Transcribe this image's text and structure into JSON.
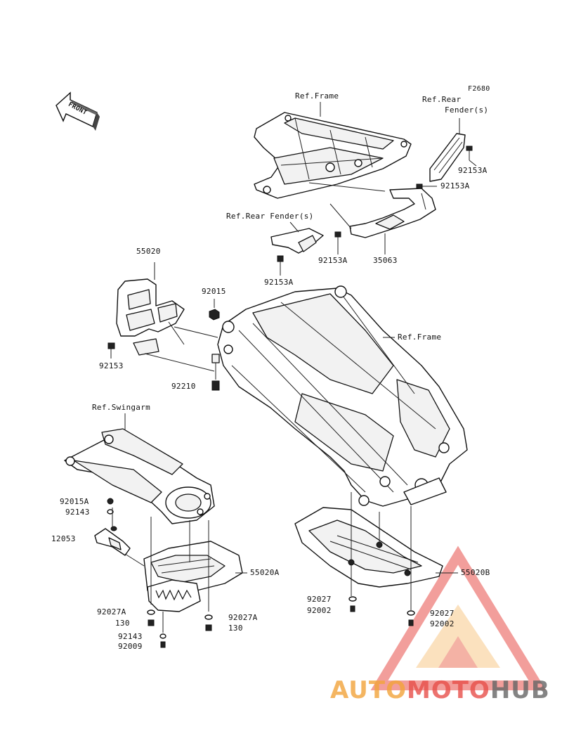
{
  "diagram_code": "F2680",
  "front_badge": "FRONT",
  "labels": {
    "ref_frame_top": "Ref.Frame",
    "ref_rear_fender_top_1": "Ref.Rear",
    "ref_rear_fender_top_2": "Fender(s)",
    "p92153A_a": "92153A",
    "p92153A_b": "92153A",
    "ref_rear_fender_mid": "Ref.Rear Fender(s)",
    "p92153A_c": "92153A",
    "p35063": "35063",
    "p92153A_d": "92153A",
    "p55020": "55020",
    "p92015": "92015",
    "ref_frame_main": "Ref.Frame",
    "p92153": "92153",
    "p92210": "92210",
    "ref_swingarm": "Ref.Swingarm",
    "p92015A": "92015A",
    "p92143_a": "92143",
    "p12053": "12053",
    "p55020A": "55020A",
    "p55020B": "55020B",
    "p92027_a": "92027",
    "p92002_a": "92002",
    "p92027_b": "92027",
    "p92002_b": "92002",
    "p92027A_a": "92027A",
    "p130_a": "130",
    "p92027A_b": "92027A",
    "p130_b": "130",
    "p92143_b": "92143",
    "p92009": "92009"
  },
  "watermark": {
    "part1": "AUTOMOTO",
    "part2": "HUB",
    "color_auto": "#f2a33a",
    "color_moto": "#e8504a",
    "color_hub": "#666666"
  }
}
